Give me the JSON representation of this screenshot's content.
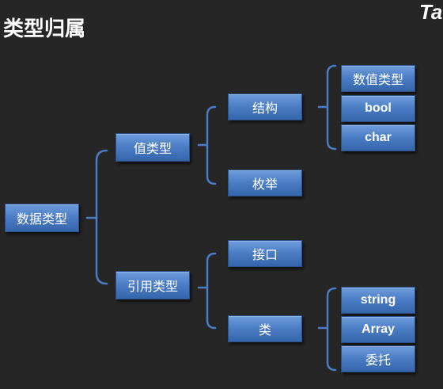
{
  "title": "类型归属",
  "corner_text": "Ta",
  "colors": {
    "background": "#262626",
    "node_fill": "#4d7fc6",
    "connector": "#4a7bc4",
    "text": "#ffffff"
  },
  "nodes": {
    "root": "数据类型",
    "value_type": "值类型",
    "reference_type": "引用类型",
    "struct": "结构",
    "enum": "枚举",
    "interface": "接口",
    "class": "类",
    "numeric_type": "数值类型",
    "bool": "bool",
    "char": "char",
    "string": "string",
    "array": "Array",
    "delegate": "委托"
  }
}
